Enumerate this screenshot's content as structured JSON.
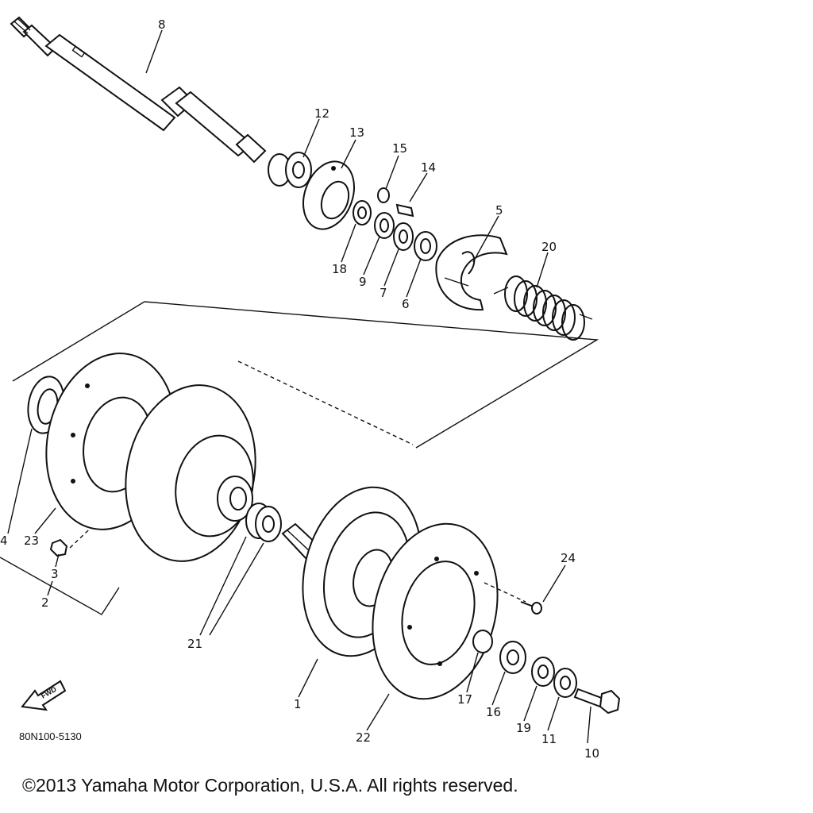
{
  "diagram": {
    "part_labels": [
      {
        "id": "p8",
        "text": "8"
      },
      {
        "id": "p12",
        "text": "12"
      },
      {
        "id": "p13",
        "text": "13"
      },
      {
        "id": "p15",
        "text": "15"
      },
      {
        "id": "p14",
        "text": "14"
      },
      {
        "id": "p5",
        "text": "5"
      },
      {
        "id": "p20",
        "text": "20"
      },
      {
        "id": "p18",
        "text": "18"
      },
      {
        "id": "p9",
        "text": "9"
      },
      {
        "id": "p7",
        "text": "7"
      },
      {
        "id": "p6",
        "text": "6"
      },
      {
        "id": "p4",
        "text": "4"
      },
      {
        "id": "p23",
        "text": "23"
      },
      {
        "id": "p3",
        "text": "3"
      },
      {
        "id": "p2",
        "text": "2"
      },
      {
        "id": "p21",
        "text": "21"
      },
      {
        "id": "p1",
        "text": "1"
      },
      {
        "id": "p22",
        "text": "22"
      },
      {
        "id": "p24",
        "text": "24"
      },
      {
        "id": "p17",
        "text": "17"
      },
      {
        "id": "p16",
        "text": "16"
      },
      {
        "id": "p19",
        "text": "19"
      },
      {
        "id": "p11",
        "text": "11"
      },
      {
        "id": "p10",
        "text": "10"
      }
    ],
    "fwd_label": "FWD",
    "drawing_code": "80N100-5130"
  },
  "footer": {
    "copyright": "©2013 Yamaha Motor Corporation, U.S.A. All rights reserved."
  }
}
